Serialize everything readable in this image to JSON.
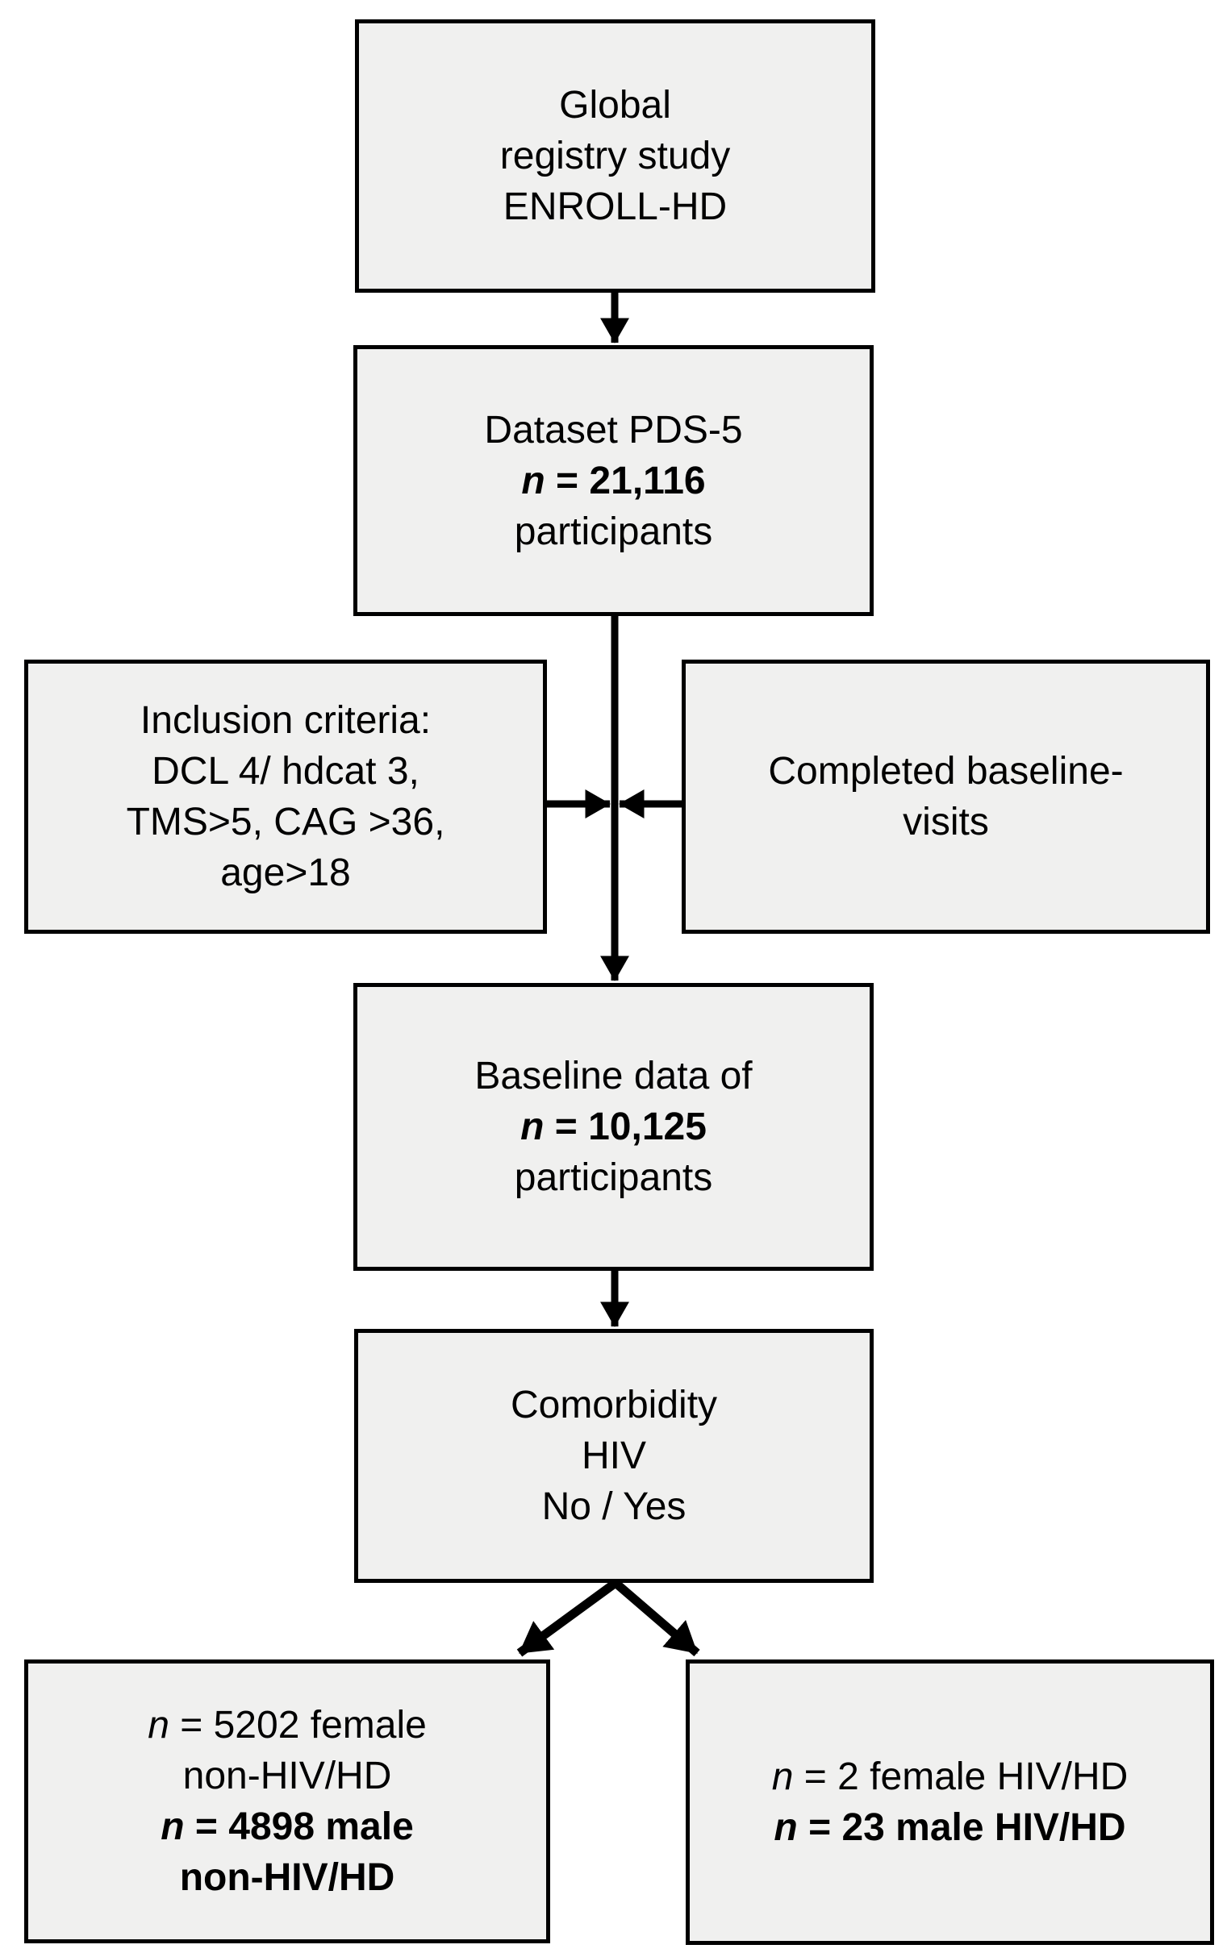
{
  "figure": {
    "background": "#ffffff",
    "box_fill": "#f0f0ef",
    "border_color": "#000000",
    "text_color": "#000000",
    "arrow_color": "#000000"
  },
  "boxes": {
    "enroll": {
      "line1": "Global",
      "line2": "registry study",
      "line3": "ENROLL-HD"
    },
    "dataset": {
      "line1": "Dataset PDS-5",
      "n": "n",
      "n_rest": " = 21,116",
      "line3": "participants"
    },
    "inclusion": {
      "line1": "Inclusion criteria:",
      "line2": "DCL 4/ hdcat 3,",
      "line3": "TMS>5, CAG >36,",
      "line4": "age>18"
    },
    "completed": {
      "line1": "Completed baseline-",
      "line2": "visits"
    },
    "baseline": {
      "line1": "Baseline data of",
      "n": "n",
      "n_rest": " = 10,125",
      "line3": "participants"
    },
    "comorbidity": {
      "line1": "Comorbidity",
      "line2": "HIV",
      "line3": "No / Yes"
    },
    "non_hiv": {
      "n1": "n",
      "n1_rest": " = 5202 female",
      "line2": "non-HIV/HD",
      "n3": "n",
      "n3_rest": " = 4898 male",
      "line4": "non-HIV/HD"
    },
    "hiv": {
      "n1": "n",
      "n1_rest": " = 2 female HIV/HD",
      "n2": "n",
      "n2_rest": " = 23 male HIV/HD"
    }
  }
}
